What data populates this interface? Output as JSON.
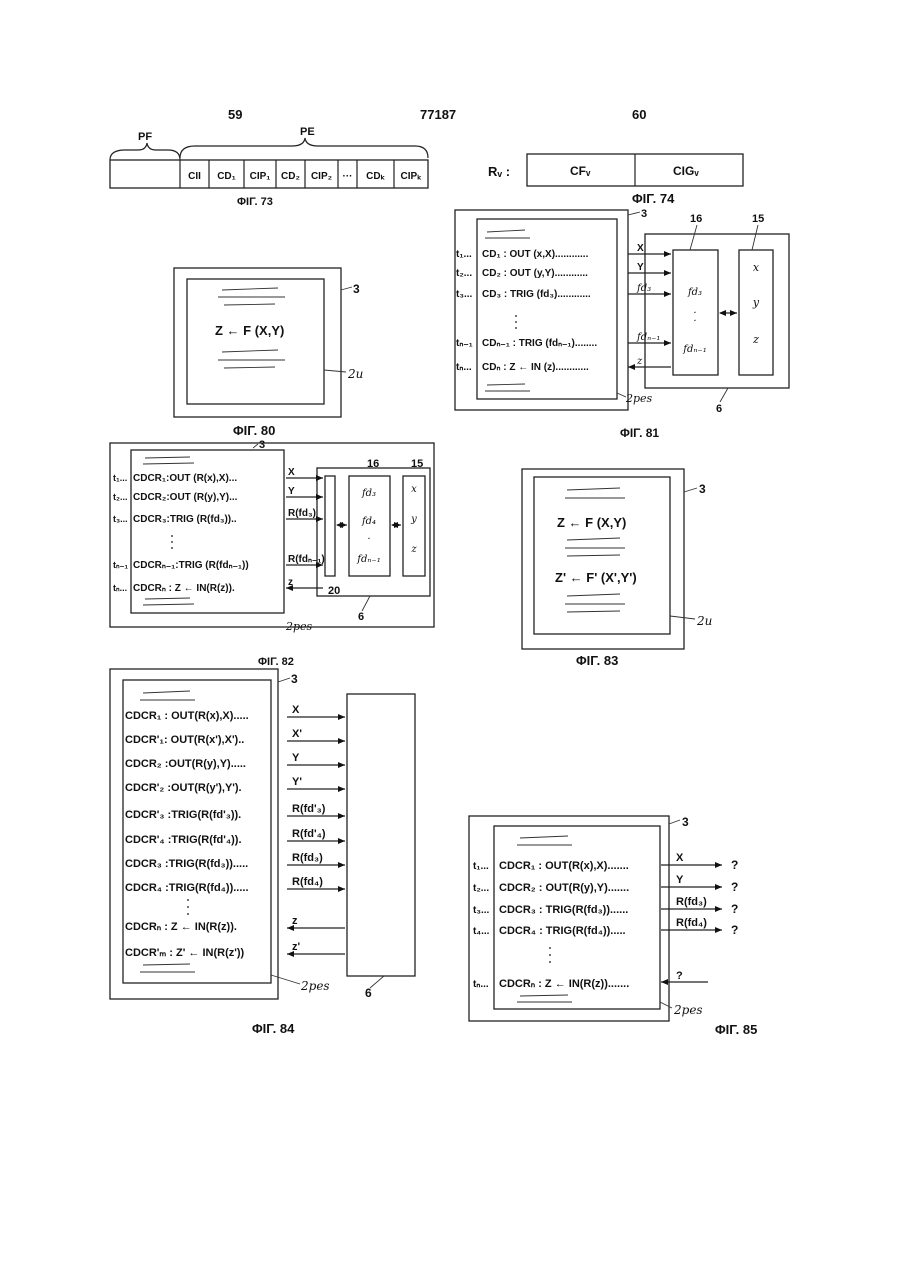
{
  "header": {
    "page_left": "59",
    "doc_number": "77187",
    "page_right": "60"
  },
  "fig73": {
    "caption": "ΦIΓ. 73",
    "brace_pf": "PF",
    "brace_pe": "PE",
    "cells": [
      "CII",
      "CD₁",
      "CIP₁",
      "CD₂",
      "CIP₂",
      "···",
      "CDₖ",
      "CIPₖ"
    ]
  },
  "fig74": {
    "caption": "ΦIΓ. 74",
    "label": "Rᵥ :",
    "cells": [
      "CFᵥ",
      "CIGᵥ"
    ]
  },
  "fig80": {
    "caption": "ΦIΓ. 80",
    "ref_3": "3",
    "ref_2u": "2u",
    "expr": "Z ← F (X,Y)"
  },
  "fig81": {
    "caption": "ΦIΓ. 81",
    "ref_3": "3",
    "ref_16": "16",
    "ref_15": "15",
    "ref_6": "6",
    "ref_2": "2pes",
    "rows": [
      {
        "t": "t₁...",
        "text": "CD₁ : OUT (x,X)............",
        "arrow": "X"
      },
      {
        "t": "t₂...",
        "text": "CD₂ : OUT (y,Y)............",
        "arrow": "Y"
      },
      {
        "t": "t₃...",
        "text": "CD₃ : TRIG (fd₃)............",
        "arrow": "fd₃"
      },
      {
        "t": "tₙ₋₁",
        "text": "CDₙ₋₁ : TRIG (fdₙ₋₁)........",
        "arrow": "fdₙ₋₁"
      },
      {
        "t": "tₙ...",
        "text": "CDₙ : Z ← IN (z)............",
        "arrow": "z"
      }
    ],
    "box16": [
      "fd₃",
      "·",
      "·",
      "fdₙ₋₁"
    ],
    "box15": [
      "x",
      "y",
      "z"
    ]
  },
  "fig82": {
    "caption": "ΦIΓ. 82",
    "ref_3": "3",
    "ref_16": "16",
    "ref_15": "15",
    "ref_6": "6",
    "ref_20": "20",
    "ref_2": "2pes",
    "rows": [
      {
        "t": "t₁...",
        "text": "CDCR₁:OUT (R(x),X)...",
        "arrow": "X"
      },
      {
        "t": "t₂...",
        "text": "CDCR₂:OUT (R(y),Y)...",
        "arrow": "Y"
      },
      {
        "t": "t₃...",
        "text": "CDCR₃:TRIG (R(fd₃))..",
        "arrow": "R(fd₃)"
      },
      {
        "t": "tₙ₋₁",
        "text": "CDCRₙ₋₁:TRIG (R(fdₙ₋₁))",
        "arrow": "R(fdₙ₋₁)"
      },
      {
        "t": "tₙ...",
        "text": "CDCRₙ : Z ← IN(R(z)).",
        "arrow": "z"
      }
    ],
    "box16": [
      "fd₃",
      "fd₄",
      "·",
      "fdₙ₋₁"
    ],
    "box15": [
      "x",
      "y",
      "z"
    ]
  },
  "fig83": {
    "caption": "ΦIΓ. 83",
    "ref_3": "3",
    "ref_2u": "2u",
    "expr1": "Z ← F (X,Y)",
    "expr2": "Z' ← F' (X',Y')"
  },
  "fig84": {
    "caption": "ΦIΓ. 84",
    "ref_3": "3",
    "ref_6": "6",
    "ref_2": "2pes",
    "rows": [
      {
        "text": "CDCR₁ : OUT(R(x),X).....",
        "arrow": "X"
      },
      {
        "text": "CDCR'₁: OUT(R(x'),X')..",
        "arrow": "X'"
      },
      {
        "text": "CDCR₂ :OUT(R(y),Y).....",
        "arrow": "Y"
      },
      {
        "text": "CDCR'₂ :OUT(R(y'),Y').",
        "arrow": "Y'"
      },
      {
        "text": "CDCR'₃ :TRIG(R(fd'₃)).",
        "arrow": "R(fd'₃)"
      },
      {
        "text": "CDCR'₄ :TRIG(R(fd'₄)).",
        "arrow": "R(fd'₄)"
      },
      {
        "text": "CDCR₃ :TRIG(R(fd₃)).....",
        "arrow": "R(fd₃)"
      },
      {
        "text": "CDCR₄ :TRIG(R(fd₄)).....",
        "arrow": "R(fd₄)"
      },
      {
        "text": "CDCRₙ : Z ← IN(R(z)).",
        "arrow": "z"
      },
      {
        "text": "CDCR'ₘ : Z' ← IN(R(z'))",
        "arrow": "z'"
      }
    ]
  },
  "fig85": {
    "caption": "ΦIΓ. 85",
    "ref_3": "3",
    "ref_2": "2pes",
    "rows": [
      {
        "t": "t₁...",
        "text": "CDCR₁ : OUT(R(x),X).......",
        "arrow": "X",
        "q": "?"
      },
      {
        "t": "t₂...",
        "text": "CDCR₂ : OUT(R(y),Y).......",
        "arrow": "Y",
        "q": "?"
      },
      {
        "t": "t₃...",
        "text": "CDCR₃ : TRIG(R(fd₃))......",
        "arrow": "R(fd₃)",
        "q": "?"
      },
      {
        "t": "t₄...",
        "text": "CDCR₄ : TRIG(R(fd₄)).....",
        "arrow": "R(fd₄)",
        "q": "?"
      },
      {
        "t": "tₙ...",
        "text": "CDCRₙ : Z ← IN(R(z)).......",
        "arrow": "?",
        "q": ""
      }
    ]
  }
}
